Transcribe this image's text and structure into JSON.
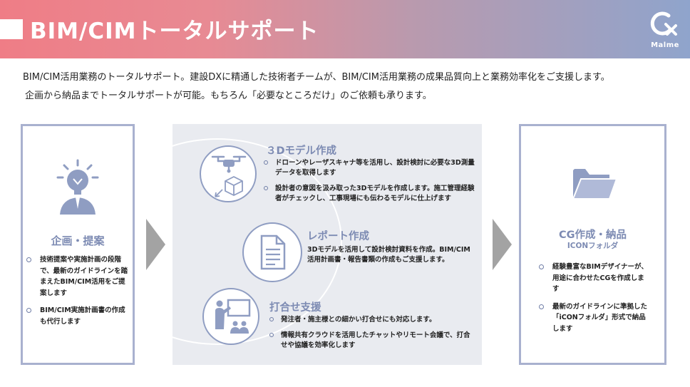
{
  "header": {
    "title": "BIM/CIMトータルサポート",
    "logo_name": "Malme"
  },
  "intro": {
    "line1": "BIM/CIM活用業務のトータルサポート。建設DXに精通した技術者チームが、BIM/CIM活用業務の成果品質向上と業務効率化をご支援します。",
    "line2": "企画から納品までトータルサポートが可能。もちろん「必要なところだけ」のご依頼も承ります。"
  },
  "left_box": {
    "title": "企画・提案",
    "items": [
      "技術提案や実施計画の段階で、最新のガイドラインを踏まえたBIM/CIM活用をご提案します",
      "BIM/CIM実施計画書の作成も代行します"
    ]
  },
  "center": {
    "model": {
      "title": "３Dモデル作成",
      "items": [
        "ドローンやレーザスキャナ等を活用し、設計検討に必要な3D測量データを取得します",
        "設計者の意図を汲み取った3Dモデルを作成します。施工管理経験者がチェックし、工事現場にも伝わるモデルに仕上げます"
      ]
    },
    "report": {
      "title": "レポート作成",
      "text": "3Dモデルを活用して設計検討資料を作成。BIM/CIM活用計画書・報告書類の作成もご支援します。"
    },
    "meeting": {
      "title": "打合せ支援",
      "items": [
        "発注者・施主様との細かい打合せにも対応します。",
        "情報共有クラウドを活用したチャットやリモート会議で、打合せや協議を効率化します"
      ]
    }
  },
  "right_box": {
    "title": "CG作成・納品",
    "subtitle": "ICONフォルダ",
    "items": [
      "経験豊富なBIMデザイナーが、用途に合わせたCGを作成します",
      "最新のガイドラインに準拠した「iCONフォルダ」形式で納品します"
    ]
  },
  "colors": {
    "accent": "#7d8bb3",
    "border": "#a9b1cf",
    "arrow": "#a3a3a3",
    "panel": "#e9ebf0"
  },
  "icons": [
    "person-idea-icon",
    "drone-icon",
    "cube-icon",
    "document-icon",
    "presentation-icon",
    "folder-icon"
  ]
}
